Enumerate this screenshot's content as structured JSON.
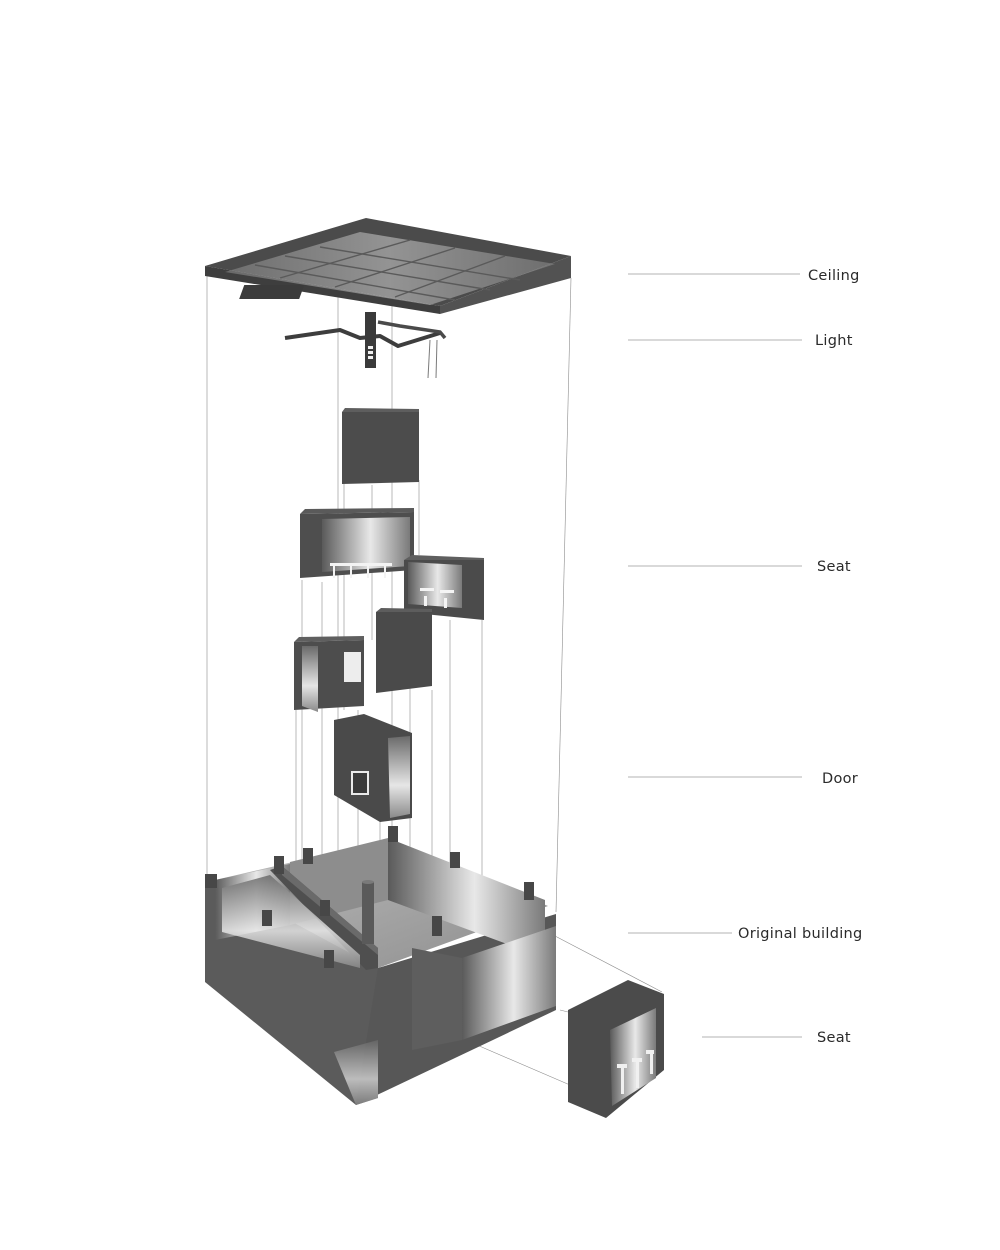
{
  "labels": {
    "ceiling": "Ceiling",
    "light": "Light",
    "seat_upper": "Seat",
    "door": "Door",
    "original_building": "Original building",
    "seat_lower": "Seat"
  },
  "colors": {
    "dark_face": "#4a4a4a",
    "mid_face": "#5d5d5d",
    "light_face": "#d8d8d8",
    "highlight": "#f2f2f2"
  }
}
